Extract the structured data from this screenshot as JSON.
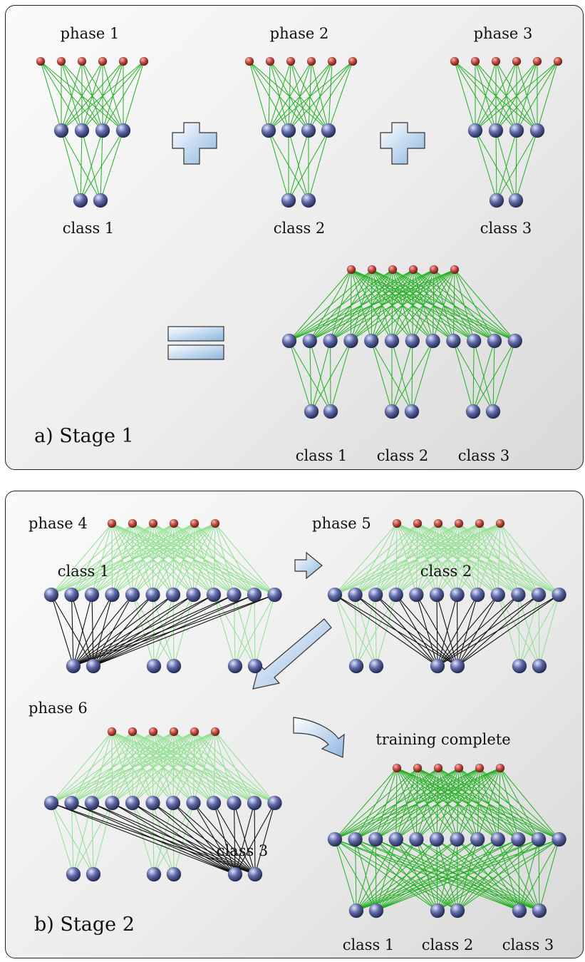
{
  "stage1": {
    "label": "a)  Stage 1",
    "phases": [
      "phase 1",
      "phase 2",
      "phase 3"
    ],
    "classes": [
      "class 1",
      "class 2",
      "class 3"
    ],
    "combined_classes": [
      "class 1",
      "class 2",
      "class 3"
    ]
  },
  "stage2": {
    "label": "b)  Stage 2",
    "phase4": {
      "title": "phase 4",
      "class_label": "class 1"
    },
    "phase5": {
      "title": "phase 5",
      "class_label": "class 2"
    },
    "phase6": {
      "title": "phase 6",
      "class_label": "class 3"
    },
    "complete": {
      "title": "training complete",
      "classes": [
        "class 1",
        "class 2",
        "class 3"
      ]
    }
  },
  "colors": {
    "input_node": "#c0463f",
    "hidden_node": "#5f6aa6",
    "edge_active": "#22b022",
    "edge_inactive": "#8fe08f",
    "edge_trained": "#111111",
    "arrow_fill": "#a9c8e6"
  }
}
